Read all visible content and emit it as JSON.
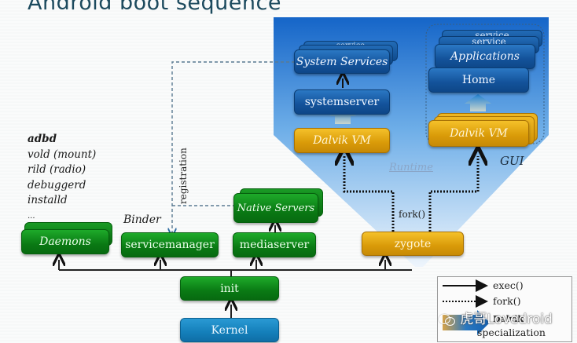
{
  "title": "Android boot sequence",
  "colors": {
    "native_green": "#0a7a14",
    "java_blue": "#13529a",
    "dalvik_gold": "#d99a08",
    "kernel_blue": "#147fba",
    "runtime_bg_top": "#1565c8",
    "runtime_bg_bottom": "#dfeefb"
  },
  "daemon_list": [
    "adbd",
    "vold (mount)",
    "rild (radio)",
    "debuggerd",
    "installd",
    "..."
  ],
  "labels": {
    "binder": "Binder",
    "registration": "registration",
    "runtime": "Runtime",
    "gui": "GUI",
    "fork": "fork()"
  },
  "boxes": {
    "kernel": "Kernel",
    "init": "init",
    "daemons": "Daemons",
    "servicemanager": "servicemanager",
    "mediaserver": "mediaserver",
    "native_servers": "Native Servers",
    "zygote": "zygote",
    "dalvik_vm_system": "Dalvik VM",
    "systemserver": "systemserver",
    "system_services": "System Services",
    "system_services_back": "service",
    "dalvik_vm_gui": "Dalvik VM",
    "home": "Home",
    "applications": "Applications",
    "app_service_1": "service",
    "app_service_2": "service"
  },
  "legend": {
    "exec": "exec()",
    "fork": "fork()",
    "dalvik": "Dalvik",
    "specialization": "specialization"
  },
  "watermark": "虎哥Lovedroid"
}
